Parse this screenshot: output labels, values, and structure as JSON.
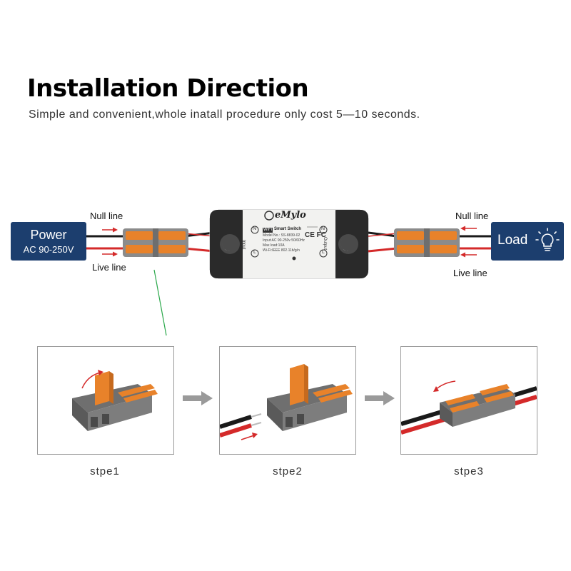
{
  "header": {
    "title": "Installation Direction",
    "subtitle": "Simple and convenient,whole inatall procedure only cost 5—10 seconds."
  },
  "power_box": {
    "title": "Power",
    "voltage": "AC 90-250V"
  },
  "load_box": {
    "title": "Load",
    "icon": "lightbulb-icon"
  },
  "wire_labels": {
    "left_null": "Null line",
    "left_live": "Live line",
    "right_null": "Null line",
    "right_live": "Live line"
  },
  "device": {
    "brand": "eMylo",
    "port_labels": {
      "input": "Input",
      "output": "Output",
      "neutral": "N",
      "live": "L"
    },
    "spec_lines": [
      "Smart Switch",
      "Model No.: SS-8839-02",
      "Input:AC 90-250v 50/60Hz",
      "Max load:10A",
      "Wi-Fi:IEEE 802.11b/g/n"
    ],
    "badge": "WiFi",
    "cert": "CE FC"
  },
  "steps": [
    {
      "label": "stpe1"
    },
    {
      "label": "stpe2"
    },
    {
      "label": "stpe3"
    }
  ],
  "colors": {
    "navy": "#1c3e6e",
    "wire_red": "#d42a2a",
    "wire_black": "#1a1a1a",
    "connector_orange": "#e8822a",
    "connector_gray": "#8b8b8b",
    "guide_green": "#2aa84a",
    "arrow_gray": "#9a9a9a"
  }
}
